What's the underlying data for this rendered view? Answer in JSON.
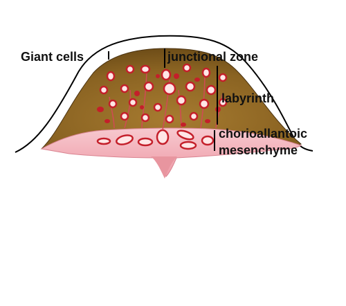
{
  "labels": {
    "giant_cells": "Giant cells",
    "junctional_zone": "junctional zone",
    "labyrinth": "labyrinth",
    "chorioallantoic_line1": "chorioallantoic",
    "chorioallantoic_line2": "mesenchyme"
  },
  "colors": {
    "outline": "#000000",
    "junctional_fill": "#8a6322",
    "mesenchyme_fill": "#f3b8bf",
    "vessel_red": "#c41f2a",
    "vessel_light": "#ffe6e6"
  }
}
